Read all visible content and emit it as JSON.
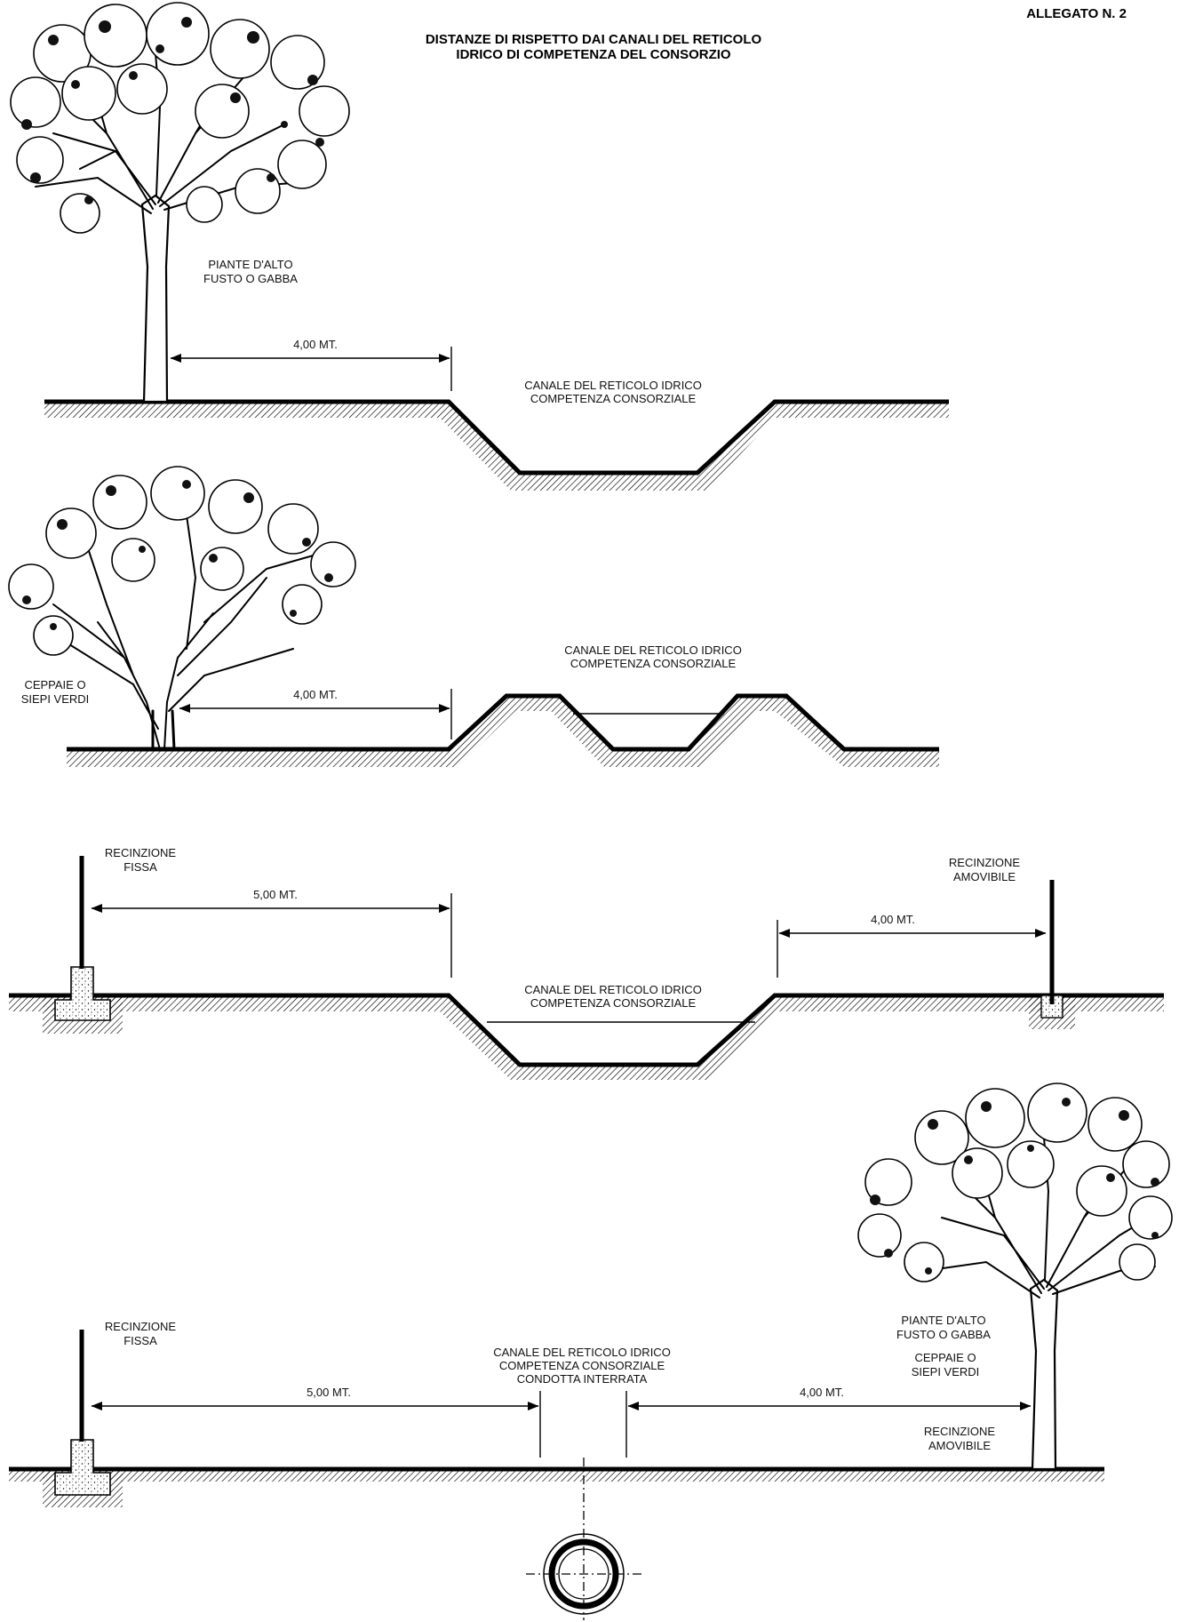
{
  "header": {
    "allegato": "ALLEGATO N. 2",
    "title_line1": "DISTANZE DI RISPETTO DAI CANALI DEL RETICOLO",
    "title_line2": "IDRICO DI COMPETENZA DEL CONSORZIO"
  },
  "section1": {
    "plant_line1": "PIANTE D'ALTO",
    "plant_line2": "FUSTO O GABBA",
    "distance": "4,00 MT.",
    "canal_line1": "CANALE DEL RETICOLO IDRICO",
    "canal_line2": "COMPETENZA CONSORZIALE"
  },
  "section2": {
    "plant_line1": "CEPPAIE O",
    "plant_line2": "SIEPI VERDI",
    "distance": "4,00 MT.",
    "canal_line1": "CANALE DEL RETICOLO IDRICO",
    "canal_line2": "COMPETENZA CONSORZIALE"
  },
  "section3": {
    "fixed_line1": "RECINZIONE",
    "fixed_line2": "FISSA",
    "removable_line1": "RECINZIONE",
    "removable_line2": "AMOVIBILE",
    "distance_left": "5,00 MT.",
    "distance_right": "4,00 MT.",
    "canal_line1": "CANALE DEL RETICOLO IDRICO",
    "canal_line2": "COMPETENZA CONSORZIALE"
  },
  "section4": {
    "fixed_line1": "RECINZIONE",
    "fixed_line2": "FISSA",
    "plant_line1": "PIANTE D'ALTO",
    "plant_line2": "FUSTO O GABBA",
    "hedge_line1": "CEPPAIE O",
    "hedge_line2": "SIEPI VERDI",
    "removable_line1": "RECINZIONE",
    "removable_line2": "AMOVIBILE",
    "distance_left": "5,00 MT.",
    "distance_right": "4,00 MT.",
    "canal_line1": "CANALE DEL RETICOLO IDRICO",
    "canal_line2": "COMPETENZA CONSORZIALE",
    "canal_line3": "CONDOTTA INTERRATA"
  }
}
